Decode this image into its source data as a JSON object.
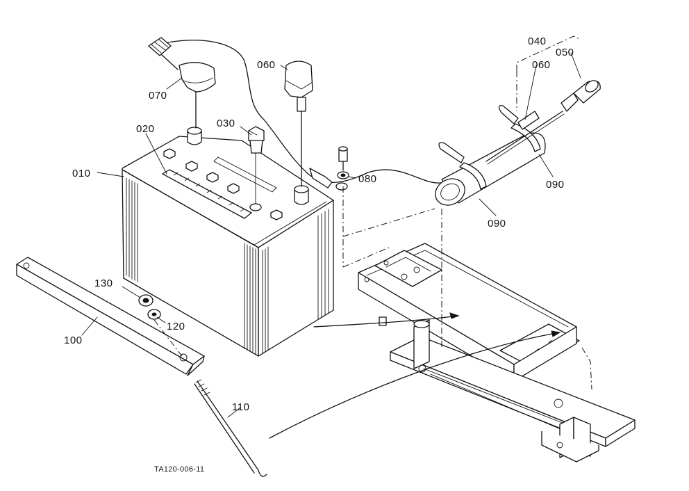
{
  "diagram": {
    "part_labels": {
      "p010": "010",
      "p020": "020",
      "p030": "030",
      "p040": "040",
      "p050": "050",
      "p060a": "060",
      "p060b": "060",
      "p070": "070",
      "p080": "080",
      "p090a": "090",
      "p090b": "090",
      "p100": "100",
      "p110": "110",
      "p120": "120",
      "p130": "130"
    },
    "drawing_code": "TA120-006-11"
  }
}
